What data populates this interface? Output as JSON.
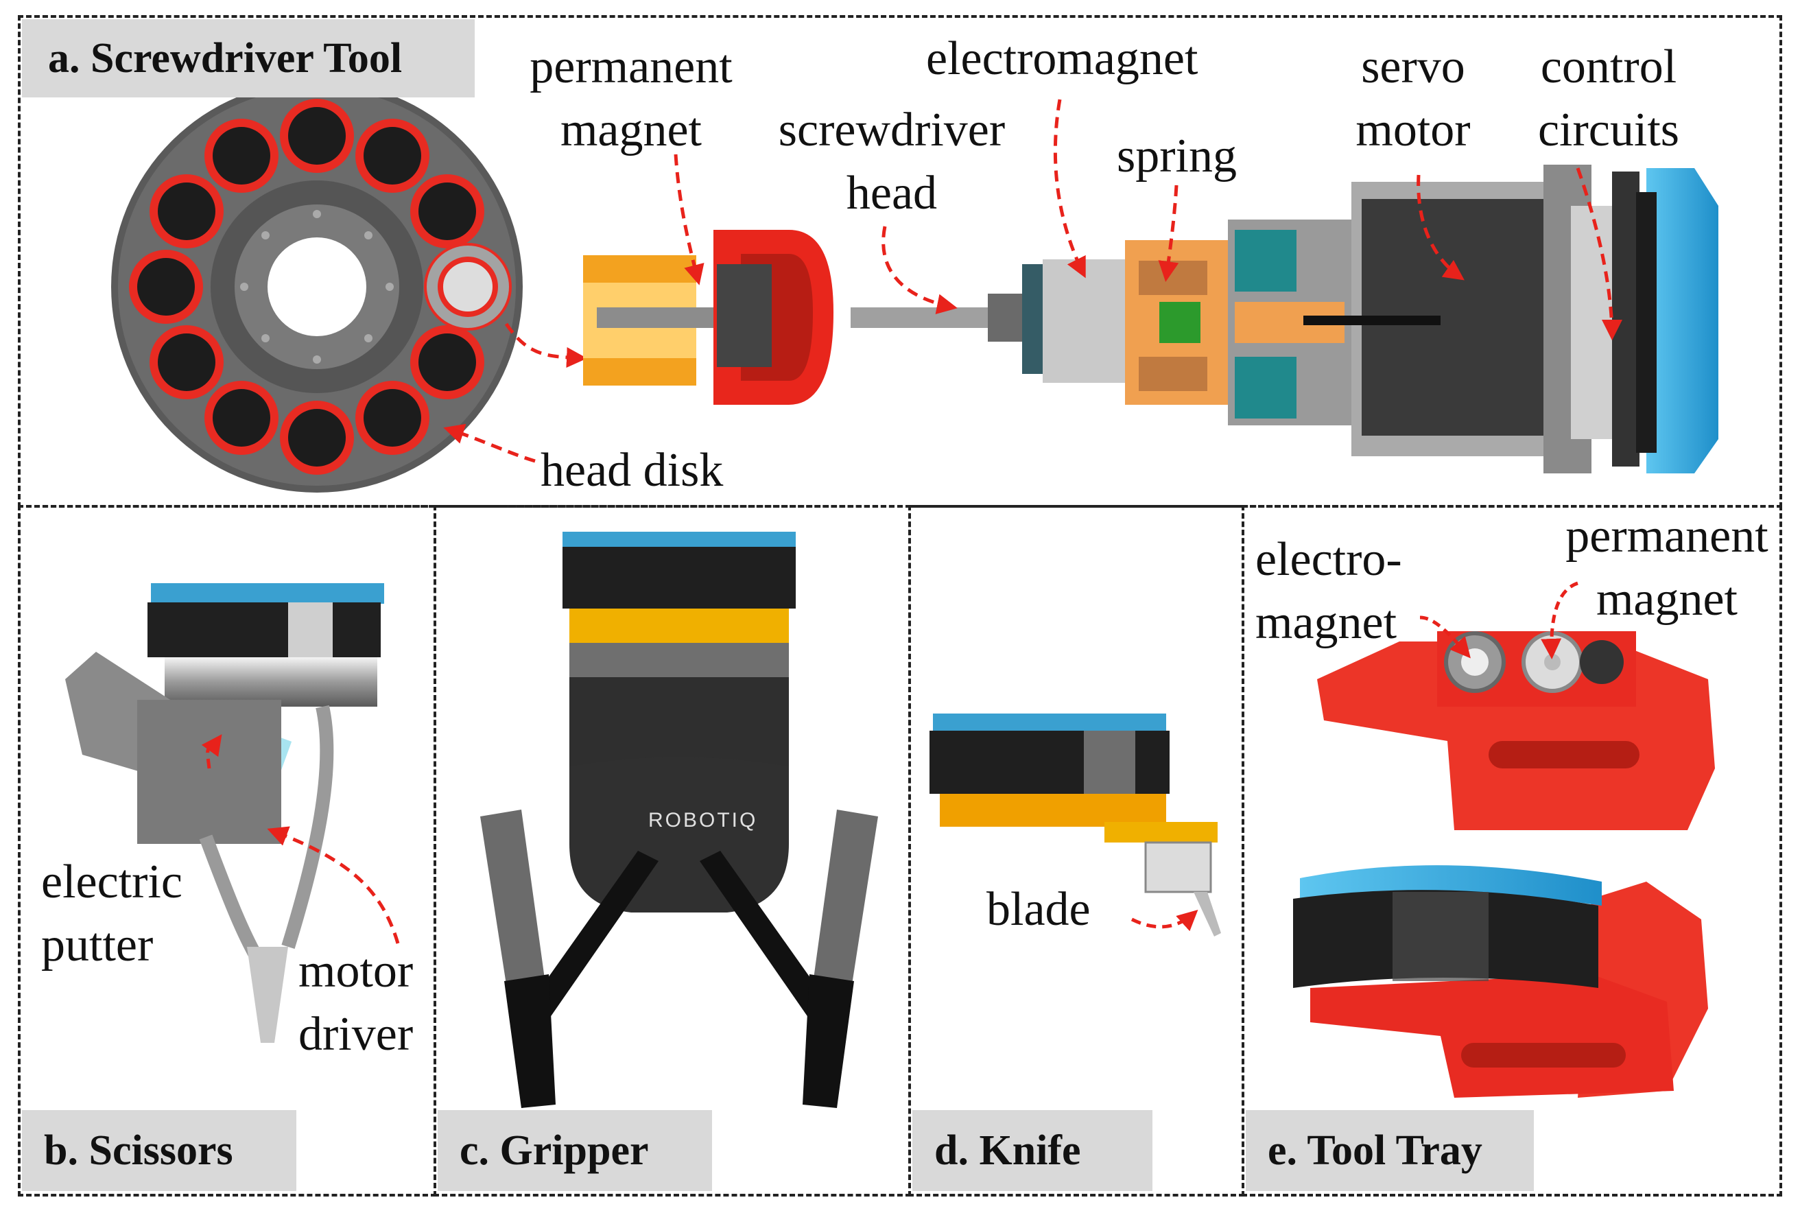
{
  "figure": {
    "panels": {
      "screwdriver": {
        "title": "a. Screwdriver Tool",
        "labels": {
          "permanent_magnet": [
            "permanent",
            "magnet"
          ],
          "screwdriver_head": [
            "screwdriver",
            "head"
          ],
          "electromagnet": "electromagnet",
          "spring": "spring",
          "servo_motor": [
            "servo",
            "motor"
          ],
          "control_circuits": [
            "control",
            "circuits"
          ],
          "head_disk": "head disk"
        }
      },
      "scissors": {
        "title": "b. Scissors",
        "labels": {
          "electric_putter": [
            "electric",
            "putter"
          ],
          "motor_driver": [
            "motor",
            "driver"
          ]
        }
      },
      "gripper": {
        "title": "c. Gripper",
        "brand": "ROBOTIQ"
      },
      "knife": {
        "title": "d. Knife",
        "labels": {
          "blade": "blade"
        }
      },
      "tool_tray": {
        "title": "e. Tool Tray",
        "labels": {
          "electromagnet": [
            "electro-",
            "magnet"
          ],
          "permanent_magnet": [
            "permanent",
            "magnet"
          ]
        }
      }
    },
    "colors": {
      "annotation_arrow": "#e8221b",
      "tray_red": "#ec3528",
      "flange_blue": "#2ca6dc",
      "orange": "#f5a623",
      "dark_body": "#3a3a3a",
      "label_bg": "#d9d9d9"
    }
  }
}
